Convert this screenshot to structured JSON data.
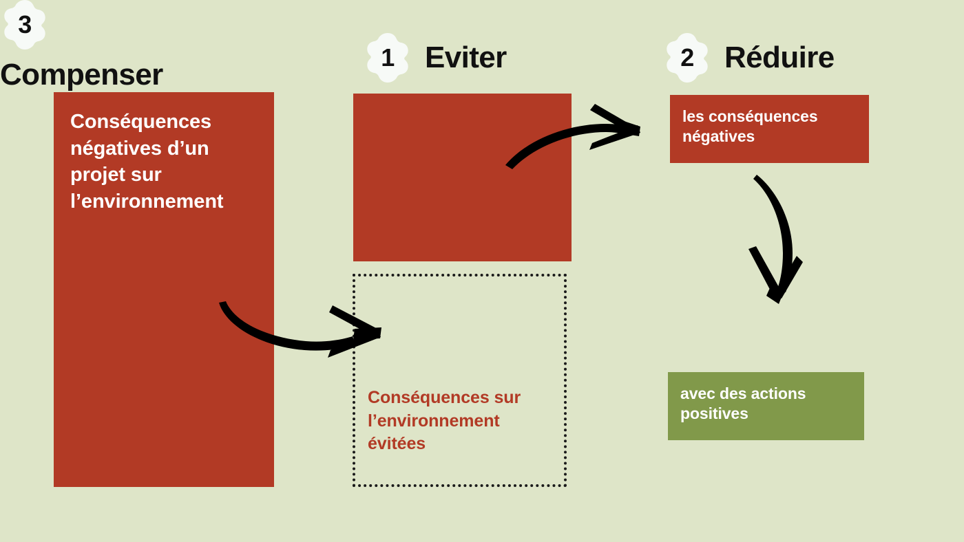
{
  "palette": {
    "background": "#dee5c8",
    "red": "#b23a25",
    "green": "#81994a",
    "badge": "#f7faf7",
    "ink": "#111111",
    "white": "#ffffff"
  },
  "main_block": {
    "text": "Conséquences négatives d’un projet sur l’environnement"
  },
  "steps": [
    {
      "number": "1",
      "title": "Eviter",
      "box_text": "",
      "box_color": "#b23a25"
    },
    {
      "number": "2",
      "title": "Réduire",
      "box_text": "les conséquences négatives",
      "box_color": "#b23a25"
    },
    {
      "number": "3",
      "title": "Compenser",
      "box_text": "avec des actions positives",
      "box_color": "#81994a"
    }
  ],
  "avoided_block": {
    "text": "Conséquences sur l’environnement évitées"
  },
  "arrows": [
    {
      "name": "arrow-avoid-to-reduce",
      "direction": "right"
    },
    {
      "name": "arrow-main-to-avoided",
      "direction": "right"
    },
    {
      "name": "arrow-reduce-to-compensate",
      "direction": "down"
    }
  ]
}
